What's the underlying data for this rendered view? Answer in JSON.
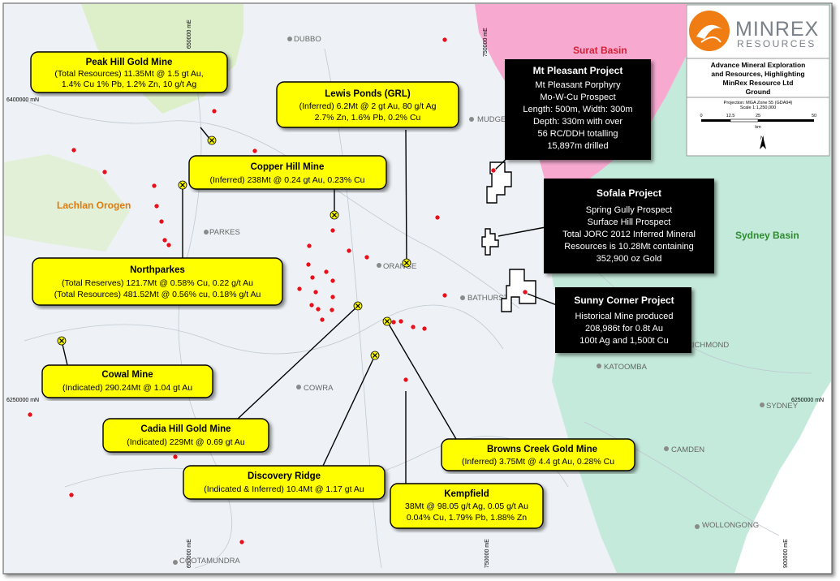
{
  "logo": {
    "name": "MINREX",
    "subtitle": "RESOURCES",
    "description": [
      "Advance Mineral Exploration",
      "and Resources, Highlighting",
      "MinRex Resource Ltd",
      "Ground"
    ],
    "projection": [
      "Projection: MGA Zone 55 (GDA94)",
      "Scale 1:1,250,000"
    ],
    "scale_labels": [
      "0",
      "12.5",
      "25",
      "50"
    ],
    "scale_unit": "km"
  },
  "regions": {
    "lachlan": "Lachlan Orogen",
    "sydney": "Sydney Basin",
    "surat": "Surat Basin"
  },
  "grid": {
    "n_6400000": "6400000 mN",
    "n_6250000_left": "6250000 mN",
    "n_6250000_right": "6250000 mN",
    "e_650000_top": "650000 mE",
    "e_750000_top": "750000 mE",
    "e_650000_bottom": "650000 mE",
    "e_750000_bottom": "750000 mE",
    "e_900000_bottom": "900000 mE"
  },
  "towns": {
    "dubbo": "DUBBO",
    "mudgee": "MUDGEE",
    "parkes": "PARKES",
    "orange": "ORANGE",
    "bathurst": "BATHURST",
    "richmond": "RICHMOND",
    "katoomba": "KATOOMBA",
    "cowra": "COWRA",
    "sydney": "SYDNEY",
    "camden": "CAMDEN",
    "wollongong": "WOLLONGONG",
    "cootamundra": "COOTAMUNDRA"
  },
  "callouts": [
    {
      "title": "Peak Hill Gold Mine",
      "lines": [
        "(Total Resources) 11.35Mt @ 1.5 gt Au,",
        "1.4% Cu 1% Pb, 1.2% Zn, 10 g/t Ag"
      ]
    },
    {
      "title": "Lewis Ponds (GRL)",
      "lines": [
        "(Inferred) 6.2Mt @ 2 gt Au, 80 g/t Ag",
        "2.7% Zn, 1.6% Pb, 0.2% Cu"
      ]
    },
    {
      "title": "Copper Hill Mine",
      "lines": [
        "(Inferred) 238Mt @ 0.24 gt Au, 0.23% Cu"
      ]
    },
    {
      "title": "Northparkes",
      "lines": [
        "(Total Reserves) 121.7Mt @ 0.58% Cu, 0.22 g/t Au",
        "(Total Resources) 481.52Mt @ 0.56% cu, 0.18% g/t Au"
      ]
    },
    {
      "title": "Cowal Mine",
      "lines": [
        "(Indicated) 290.24Mt @ 1.04 gt Au"
      ]
    },
    {
      "title": "Cadia Hill Gold Mine",
      "lines": [
        "(Indicated) 229Mt @ 0.69 gt Au"
      ]
    },
    {
      "title": "Discovery Ridge",
      "lines": [
        "(Indicated & Inferred) 10.4Mt @ 1.17 gt Au"
      ]
    },
    {
      "title": "Browns Creek Gold Mine",
      "lines": [
        "(Inferred) 3.75Mt @ 4.4 gt Au, 0.28% Cu"
      ]
    },
    {
      "title": "Kempfield",
      "lines": [
        "38Mt @ 98.05 g/t Ag, 0.05 g/t Au",
        "0.04% Cu, 1.79% Pb, 1.88% Zn"
      ]
    }
  ],
  "projects": [
    {
      "title": "Mt Pleasant Project",
      "lines": [
        "Mt Pleasant Porphyry",
        "Mo-W-Cu Prospect",
        "Length: 500m, Width: 300m",
        "Depth: 330m with over",
        "56 RC/DDH totalling",
        "15,897m drilled"
      ]
    },
    {
      "title": "Sofala Project",
      "lines": [
        "Spring Gully Prospect",
        "Surface Hill Prospect",
        "Total JORC 2012 Inferred Mineral",
        "Resources is 10.28Mt containing",
        "352,900 oz Gold"
      ]
    },
    {
      "title": "Sunny Corner Project",
      "lines": [
        "Historical Mine produced",
        "208,986t for 0.8t Au",
        "100t Ag and 1,500t Cu"
      ]
    }
  ],
  "colors": {
    "callout_fill": "#ffff00",
    "project_fill": "#000000",
    "occurrence_dot": "#e8101a",
    "surat_basin": "#f7a6cf",
    "sydney_basin": "#bfe8d6",
    "lachlan_orogen": "#d9eec4",
    "mine_symbol": "#ffff00"
  }
}
